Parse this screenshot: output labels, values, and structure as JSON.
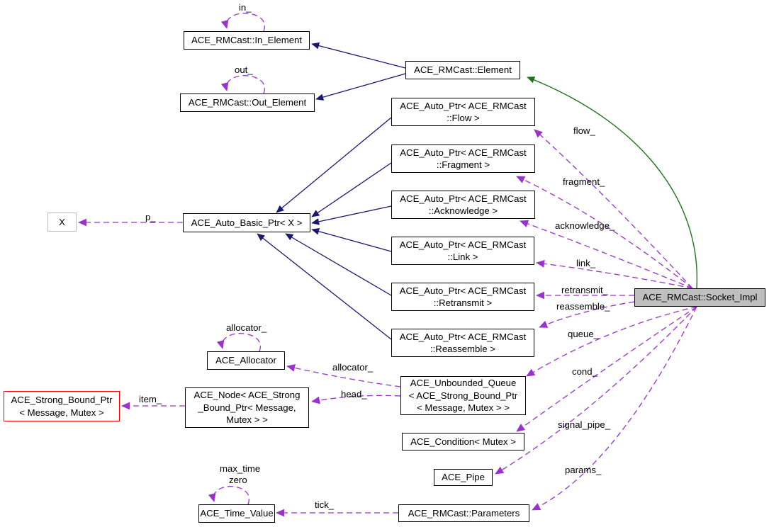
{
  "colors": {
    "inheritance": "#191970",
    "protected_inheritance": "#1e741e",
    "usage": "#9a32cd",
    "selected_fill": "#bfbfbf",
    "red_border": "#ff0000"
  },
  "nodes": {
    "in_element": {
      "label": "ACE_RMCast::In_Element"
    },
    "out_element": {
      "label": "ACE_RMCast::Out_Element"
    },
    "element": {
      "label": "ACE_RMCast::Element"
    },
    "auto_ptr_flow": {
      "label": "ACE_Auto_Ptr< ACE_RMCast\n::Flow >"
    },
    "auto_ptr_fragment": {
      "label": "ACE_Auto_Ptr< ACE_RMCast\n::Fragment >"
    },
    "auto_ptr_acknowledge": {
      "label": "ACE_Auto_Ptr< ACE_RMCast\n::Acknowledge >"
    },
    "auto_ptr_link": {
      "label": "ACE_Auto_Ptr< ACE_RMCast\n::Link >"
    },
    "auto_ptr_retransmit": {
      "label": "ACE_Auto_Ptr< ACE_RMCast\n::Retransmit >"
    },
    "auto_ptr_reassemble": {
      "label": "ACE_Auto_Ptr< ACE_RMCast\n::Reassemble >"
    },
    "x": {
      "label": "X"
    },
    "auto_basic_ptr": {
      "label": "ACE_Auto_Basic_Ptr< X >"
    },
    "allocator": {
      "label": "ACE_Allocator"
    },
    "strong_bound_ptr": {
      "label": "ACE_Strong_Bound_Ptr\n< Message, Mutex >"
    },
    "node": {
      "label": "ACE_Node< ACE_Strong\n_Bound_Ptr< Message,\nMutex > >"
    },
    "unbounded_queue": {
      "label": "ACE_Unbounded_Queue\n< ACE_Strong_Bound_Ptr\n< Message, Mutex > >"
    },
    "condition": {
      "label": "ACE_Condition< Mutex >"
    },
    "pipe": {
      "label": "ACE_Pipe"
    },
    "time_value": {
      "label": "ACE_Time_Value"
    },
    "parameters": {
      "label": "ACE_RMCast::Parameters"
    },
    "socket_impl": {
      "label": "ACE_RMCast::Socket_Impl"
    }
  },
  "edge_labels": {
    "in_loop": "in_",
    "out_loop": "out_",
    "p": "p_",
    "flow": "flow_",
    "fragment": "fragment_",
    "acknowledge": "acknowledge_",
    "link": "link_",
    "retransmit": "retransmit_",
    "reassemble": "reassemble_",
    "queue": "queue_",
    "cond": "cond_",
    "signal_pipe": "signal_pipe_",
    "params": "params_",
    "allocator_loop": "allocator_",
    "allocator_edge": "allocator_",
    "head": "head_",
    "item": "item_",
    "tick": "tick_",
    "max_time": "max_time",
    "zero": "zero"
  }
}
